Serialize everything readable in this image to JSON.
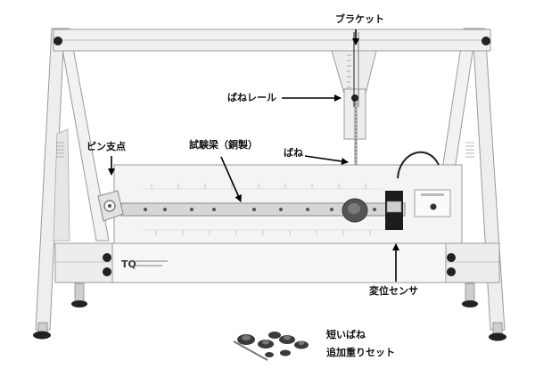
{
  "labels": {
    "bracket": "ブラケット",
    "spring_rail": "ばねレール",
    "pin_support": "ピン支点",
    "test_beam": "試験梁（銅製）",
    "spring": "ばね",
    "displacement_sensor": "変位センサ",
    "short_spring": "短いばね",
    "extra_weights": "追加重りセット"
  },
  "icons": {
    "logo": "tq-logo-icon"
  }
}
